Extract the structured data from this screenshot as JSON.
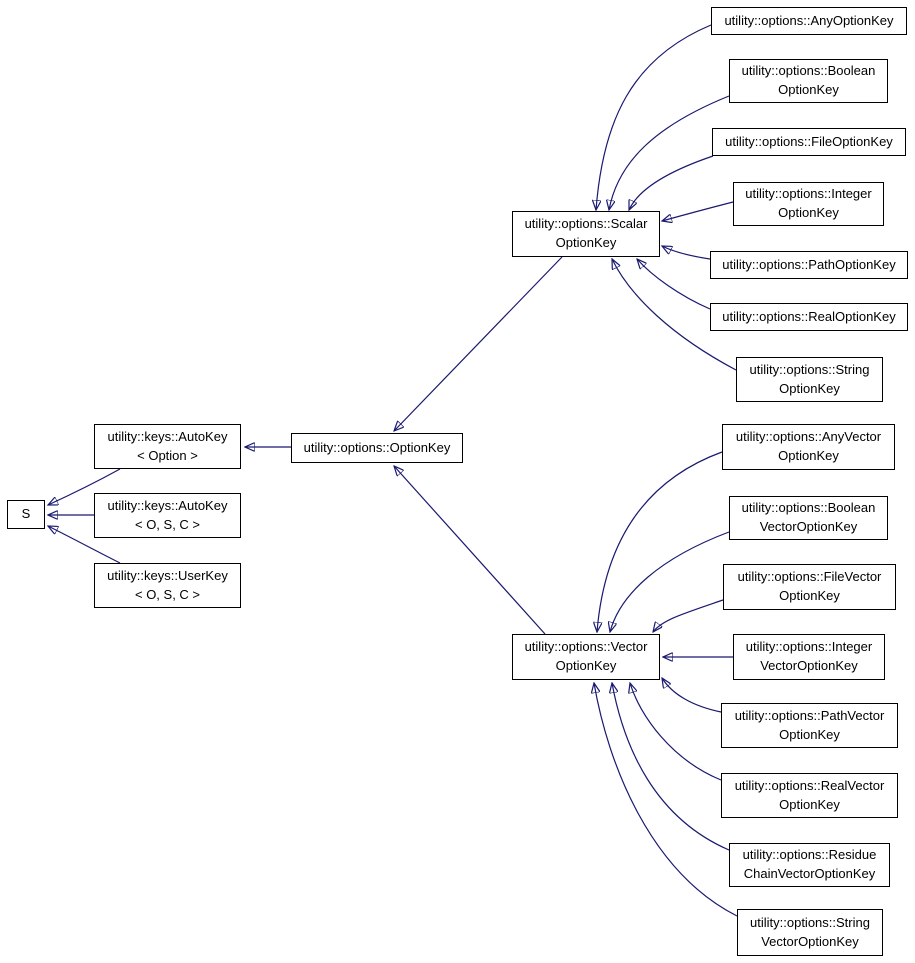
{
  "diagram": {
    "kind": "class-inheritance-graph",
    "colors": {
      "edge": "#191970",
      "node_border": "#000000",
      "node_fill": "#ffffff",
      "text": "#000000",
      "background": "#ffffff"
    },
    "nodes": {
      "s": {
        "label": "S"
      },
      "autokey_option": {
        "label": "utility::keys::AutoKey\n< Option >"
      },
      "autokey_osc": {
        "label": "utility::keys::AutoKey\n< O, S, C >"
      },
      "userkey_osc": {
        "label": "utility::keys::UserKey\n< O, S, C >"
      },
      "optionkey": {
        "label": "utility::options::OptionKey"
      },
      "scalar": {
        "label": "utility::options::Scalar\nOptionKey"
      },
      "vector": {
        "label": "utility::options::Vector\nOptionKey"
      },
      "any": {
        "label": "utility::options::AnyOptionKey"
      },
      "boolean": {
        "label": "utility::options::Boolean\nOptionKey"
      },
      "file": {
        "label": "utility::options::FileOptionKey"
      },
      "integer": {
        "label": "utility::options::Integer\nOptionKey"
      },
      "path": {
        "label": "utility::options::PathOptionKey"
      },
      "real": {
        "label": "utility::options::RealOptionKey"
      },
      "string": {
        "label": "utility::options::String\nOptionKey"
      },
      "anyvector": {
        "label": "utility::options::AnyVector\nOptionKey"
      },
      "booleanvector": {
        "label": "utility::options::Boolean\nVectorOptionKey"
      },
      "filevector": {
        "label": "utility::options::FileVector\nOptionKey"
      },
      "integervector": {
        "label": "utility::options::Integer\nVectorOptionKey"
      },
      "pathvector": {
        "label": "utility::options::PathVector\nOptionKey"
      },
      "realvector": {
        "label": "utility::options::RealVector\nOptionKey"
      },
      "residuechainvector": {
        "label": "utility::options::Residue\nChainVectorOptionKey"
      },
      "stringvector": {
        "label": "utility::options::String\nVectorOptionKey"
      }
    },
    "edges": [
      {
        "from": "autokey_option",
        "to": "s"
      },
      {
        "from": "autokey_osc",
        "to": "s"
      },
      {
        "from": "userkey_osc",
        "to": "s"
      },
      {
        "from": "optionkey",
        "to": "autokey_option"
      },
      {
        "from": "scalar",
        "to": "optionkey"
      },
      {
        "from": "vector",
        "to": "optionkey"
      },
      {
        "from": "any",
        "to": "scalar"
      },
      {
        "from": "boolean",
        "to": "scalar"
      },
      {
        "from": "file",
        "to": "scalar"
      },
      {
        "from": "integer",
        "to": "scalar"
      },
      {
        "from": "path",
        "to": "scalar"
      },
      {
        "from": "real",
        "to": "scalar"
      },
      {
        "from": "string",
        "to": "scalar"
      },
      {
        "from": "anyvector",
        "to": "vector"
      },
      {
        "from": "booleanvector",
        "to": "vector"
      },
      {
        "from": "filevector",
        "to": "vector"
      },
      {
        "from": "integervector",
        "to": "vector"
      },
      {
        "from": "pathvector",
        "to": "vector"
      },
      {
        "from": "realvector",
        "to": "vector"
      },
      {
        "from": "residuechainvector",
        "to": "vector"
      },
      {
        "from": "stringvector",
        "to": "vector"
      }
    ]
  }
}
